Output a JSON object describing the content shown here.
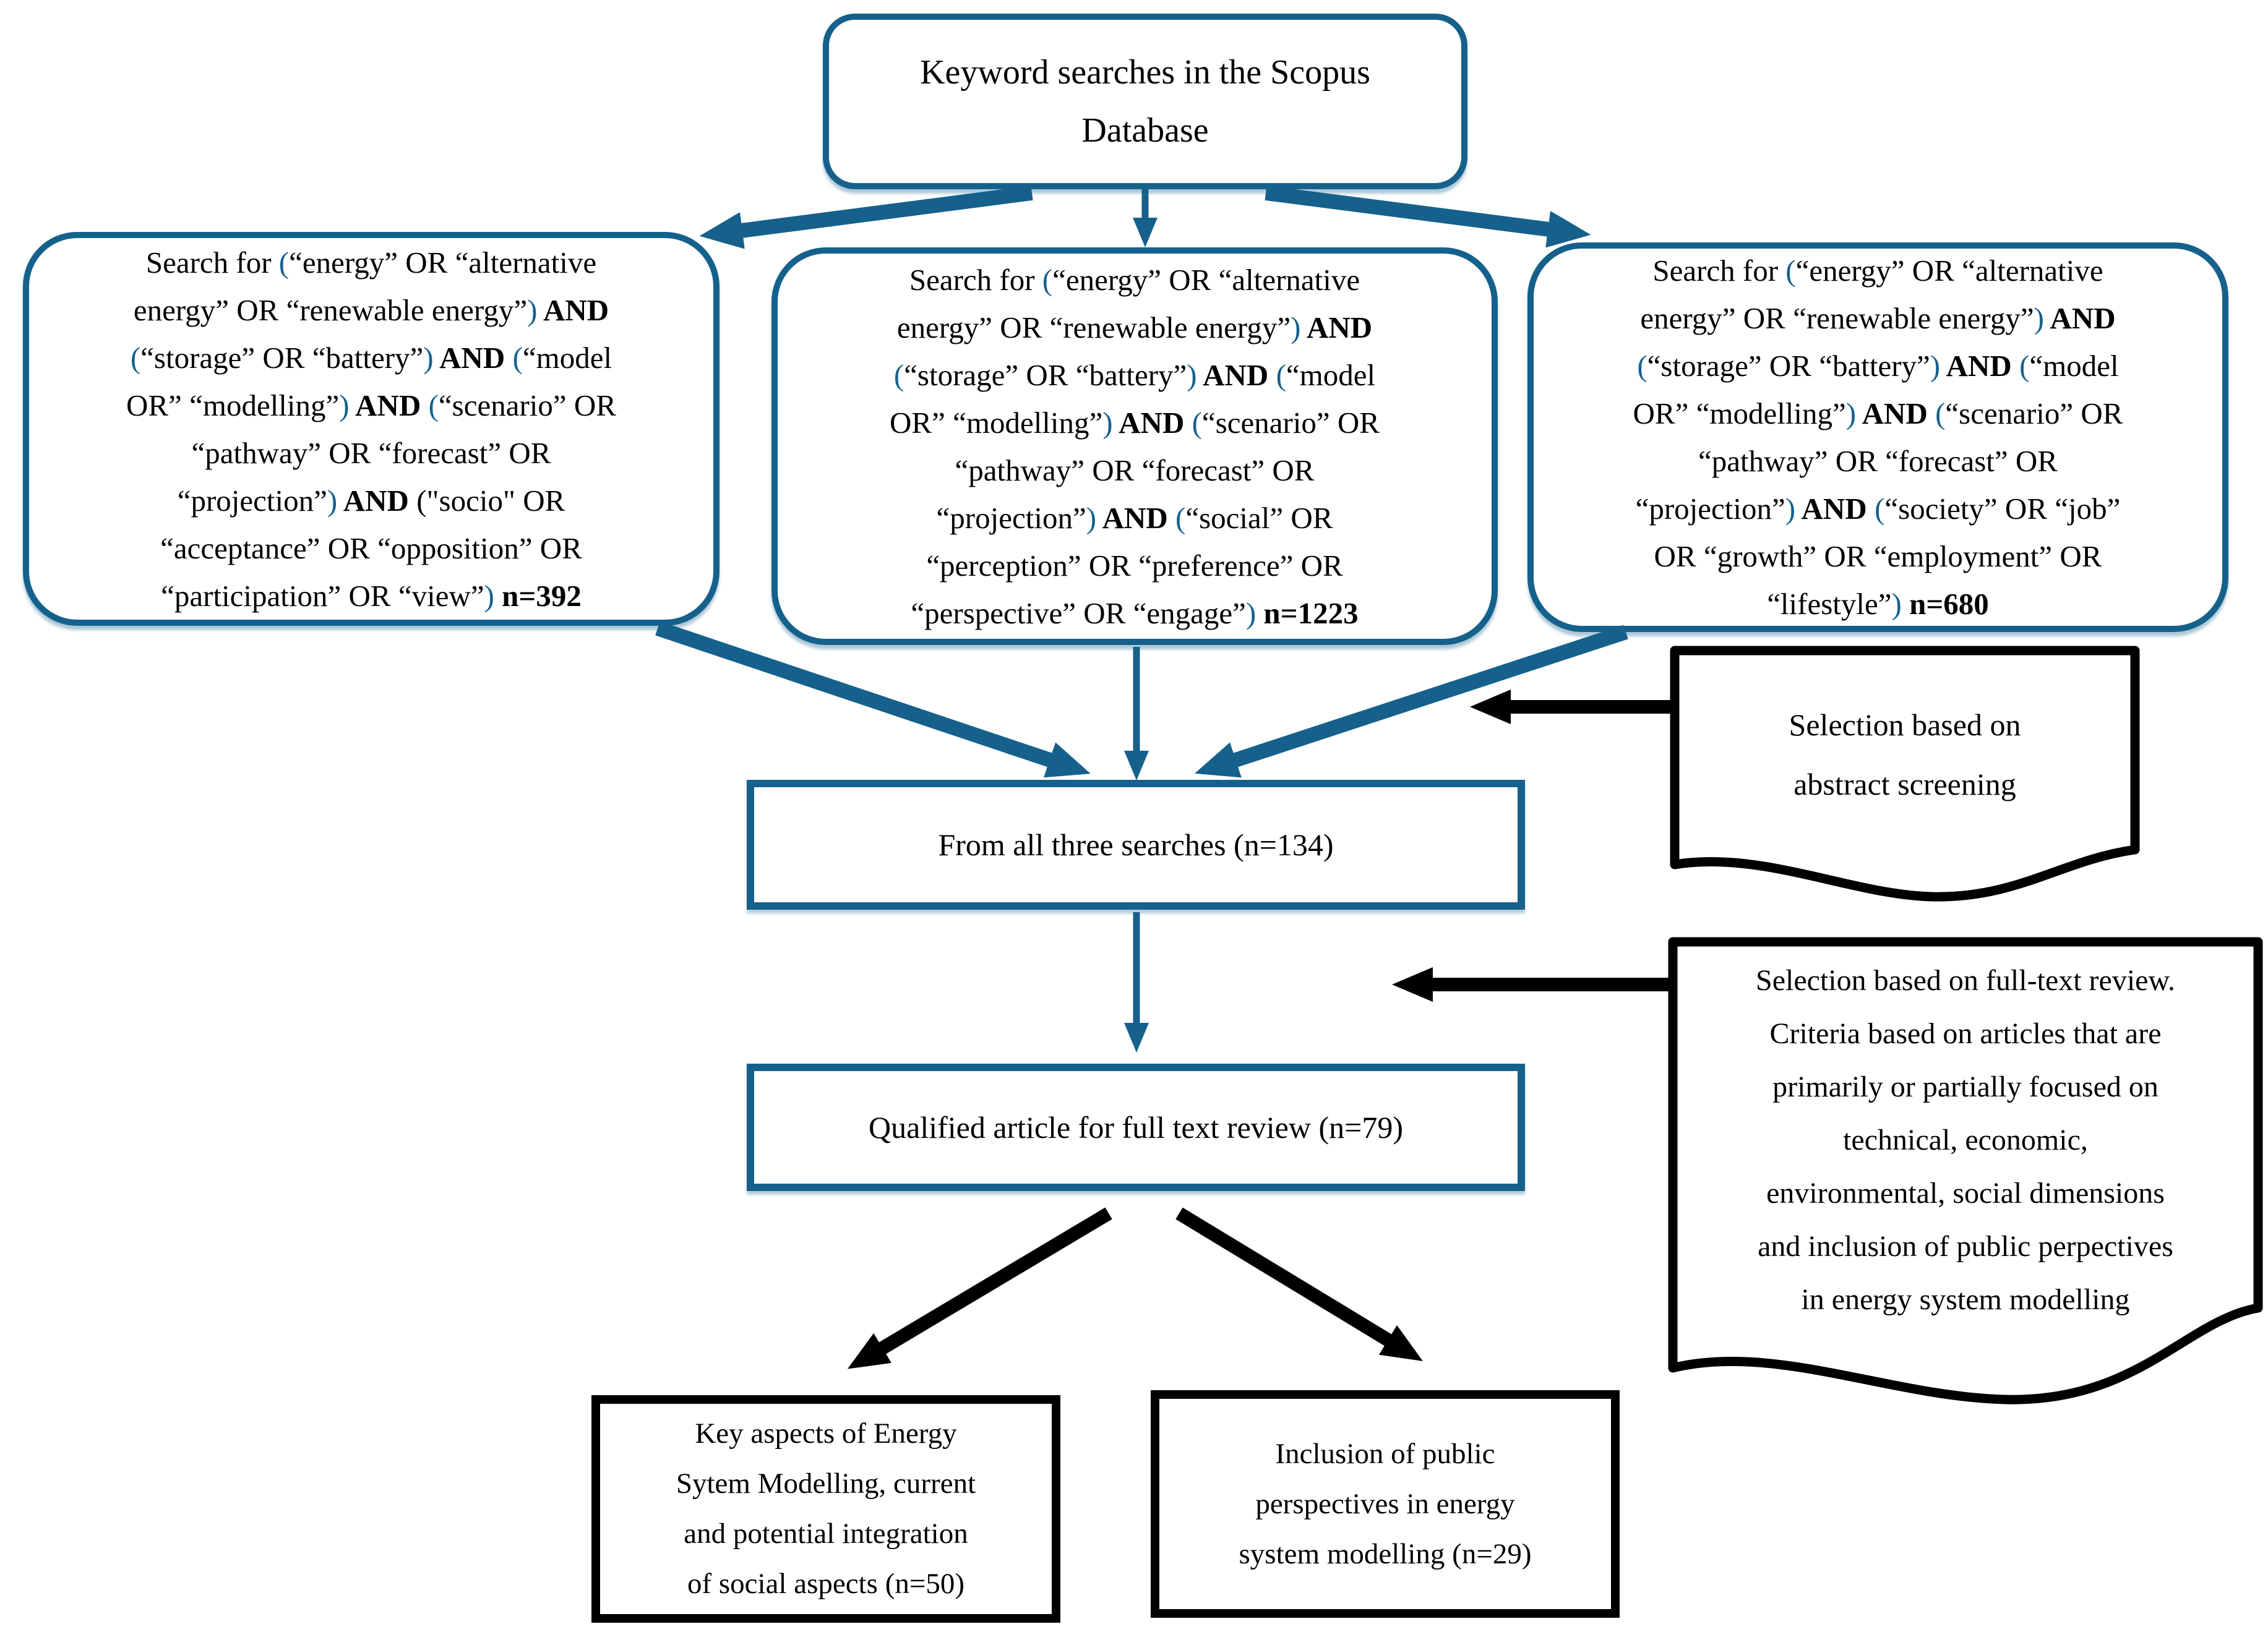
{
  "colors": {
    "accent_teal": "#15618c",
    "line_black": "#000000",
    "background": "#ffffff"
  },
  "top_box": {
    "lines": [
      "Keyword searches in the Scopus",
      "Database"
    ]
  },
  "search_left": {
    "lines": [
      [
        {
          "t": "Search for ",
          "s": "p"
        },
        {
          "t": "(",
          "s": "t"
        },
        {
          "t": "“energy” OR “alternative",
          "s": "p"
        }
      ],
      [
        {
          "t": "energy” OR “renewable energy”",
          "s": "p"
        },
        {
          "t": ")",
          "s": "t"
        },
        {
          "t": " AND",
          "s": "b"
        }
      ],
      [
        {
          "t": "(",
          "s": "t"
        },
        {
          "t": "“storage” OR “battery”",
          "s": "p"
        },
        {
          "t": ")",
          "s": "t"
        },
        {
          "t": " AND ",
          "s": "b"
        },
        {
          "t": "(",
          "s": "t"
        },
        {
          "t": "“model",
          "s": "p"
        }
      ],
      [
        {
          "t": "OR” “modelling”",
          "s": "p"
        },
        {
          "t": ")",
          "s": "t"
        },
        {
          "t": " AND ",
          "s": "b"
        },
        {
          "t": "(",
          "s": "t"
        },
        {
          "t": "“scenario” OR",
          "s": "p"
        }
      ],
      [
        {
          "t": "“pathway” OR “forecast” OR",
          "s": "p"
        }
      ],
      [
        {
          "t": "“projection”",
          "s": "p"
        },
        {
          "t": ")",
          "s": "t"
        },
        {
          "t": " AND ",
          "s": "b"
        },
        {
          "t": "(\"socio\" OR",
          "s": "p"
        }
      ],
      [
        {
          "t": "“acceptance” OR “opposition” OR",
          "s": "p"
        }
      ],
      [
        {
          "t": "“participation” OR “view”",
          "s": "p"
        },
        {
          "t": ")",
          "s": "t"
        },
        {
          "t": " n=392",
          "s": "b"
        }
      ]
    ]
  },
  "search_middle": {
    "lines": [
      [
        {
          "t": "Search for ",
          "s": "p"
        },
        {
          "t": "(",
          "s": "t"
        },
        {
          "t": "“energy” OR “alternative",
          "s": "p"
        }
      ],
      [
        {
          "t": "energy” OR “renewable energy”",
          "s": "p"
        },
        {
          "t": ")",
          "s": "t"
        },
        {
          "t": " AND",
          "s": "b"
        }
      ],
      [
        {
          "t": "(",
          "s": "t"
        },
        {
          "t": "“storage” OR “battery”",
          "s": "p"
        },
        {
          "t": ")",
          "s": "t"
        },
        {
          "t": " AND ",
          "s": "b"
        },
        {
          "t": "(",
          "s": "t"
        },
        {
          "t": "“model",
          "s": "p"
        }
      ],
      [
        {
          "t": "OR” “modelling”",
          "s": "p"
        },
        {
          "t": ")",
          "s": "t"
        },
        {
          "t": " AND ",
          "s": "b"
        },
        {
          "t": "(",
          "s": "t"
        },
        {
          "t": "“scenario” OR",
          "s": "p"
        }
      ],
      [
        {
          "t": "“pathway” OR “forecast” OR",
          "s": "p"
        }
      ],
      [
        {
          "t": "“projection”",
          "s": "p"
        },
        {
          "t": ")",
          "s": "t"
        },
        {
          "t": " AND ",
          "s": "b"
        },
        {
          "t": "(",
          "s": "t"
        },
        {
          "t": "“social” OR",
          "s": "p"
        }
      ],
      [
        {
          "t": "“perception” OR “preference” OR",
          "s": "p"
        }
      ],
      [
        {
          "t": "“perspective” OR “engage”",
          "s": "p"
        },
        {
          "t": ")",
          "s": "t"
        },
        {
          "t": " n=1223",
          "s": "b"
        }
      ]
    ]
  },
  "search_right": {
    "lines": [
      [
        {
          "t": "Search for ",
          "s": "p"
        },
        {
          "t": "(",
          "s": "t"
        },
        {
          "t": "“energy” OR “alternative",
          "s": "p"
        }
      ],
      [
        {
          "t": "energy” OR “renewable energy”",
          "s": "p"
        },
        {
          "t": ")",
          "s": "t"
        },
        {
          "t": " AND",
          "s": "b"
        }
      ],
      [
        {
          "t": "(",
          "s": "t"
        },
        {
          "t": "“storage” OR “battery”",
          "s": "p"
        },
        {
          "t": ")",
          "s": "t"
        },
        {
          "t": " AND ",
          "s": "b"
        },
        {
          "t": "(",
          "s": "t"
        },
        {
          "t": "“model",
          "s": "p"
        }
      ],
      [
        {
          "t": "OR” “modelling”",
          "s": "p"
        },
        {
          "t": ")",
          "s": "t"
        },
        {
          "t": " AND ",
          "s": "b"
        },
        {
          "t": "(",
          "s": "t"
        },
        {
          "t": "“scenario” OR",
          "s": "p"
        }
      ],
      [
        {
          "t": "“pathway” OR “forecast” OR",
          "s": "p"
        }
      ],
      [
        {
          "t": "“projection”",
          "s": "p"
        },
        {
          "t": ")",
          "s": "t"
        },
        {
          "t": " AND ",
          "s": "b"
        },
        {
          "t": "(",
          "s": "t"
        },
        {
          "t": "“society” OR “job”",
          "s": "p"
        }
      ],
      [
        {
          "t": "OR “growth” OR “employment” OR",
          "s": "p"
        }
      ],
      [
        {
          "t": "“lifestyle”",
          "s": "p"
        },
        {
          "t": ")",
          "s": "t"
        },
        {
          "t": " n=680",
          "s": "b"
        }
      ]
    ]
  },
  "merge_box": {
    "text": "From all three searches (n=134)"
  },
  "qualified_box": {
    "text": "Qualified article for full text review (n=79)"
  },
  "doc_abstract": {
    "lines": [
      "Selection based on",
      "abstract screening"
    ]
  },
  "doc_fulltext": {
    "lines": [
      "Selection based on full-text review.",
      "Criteria based on articles that are",
      "primarily or partially focused on",
      "technical, economic,",
      "environmental, social dimensions",
      "and inclusion of public perpectives",
      "in energy system modelling"
    ]
  },
  "outcome_left": {
    "lines": [
      "Key aspects of Energy",
      "Sytem Modelling, current",
      "and potential integration",
      "of social aspects (n=50)"
    ]
  },
  "outcome_right": {
    "lines": [
      "Inclusion of public",
      "perspectives in energy",
      "system modelling (n=29)"
    ]
  }
}
